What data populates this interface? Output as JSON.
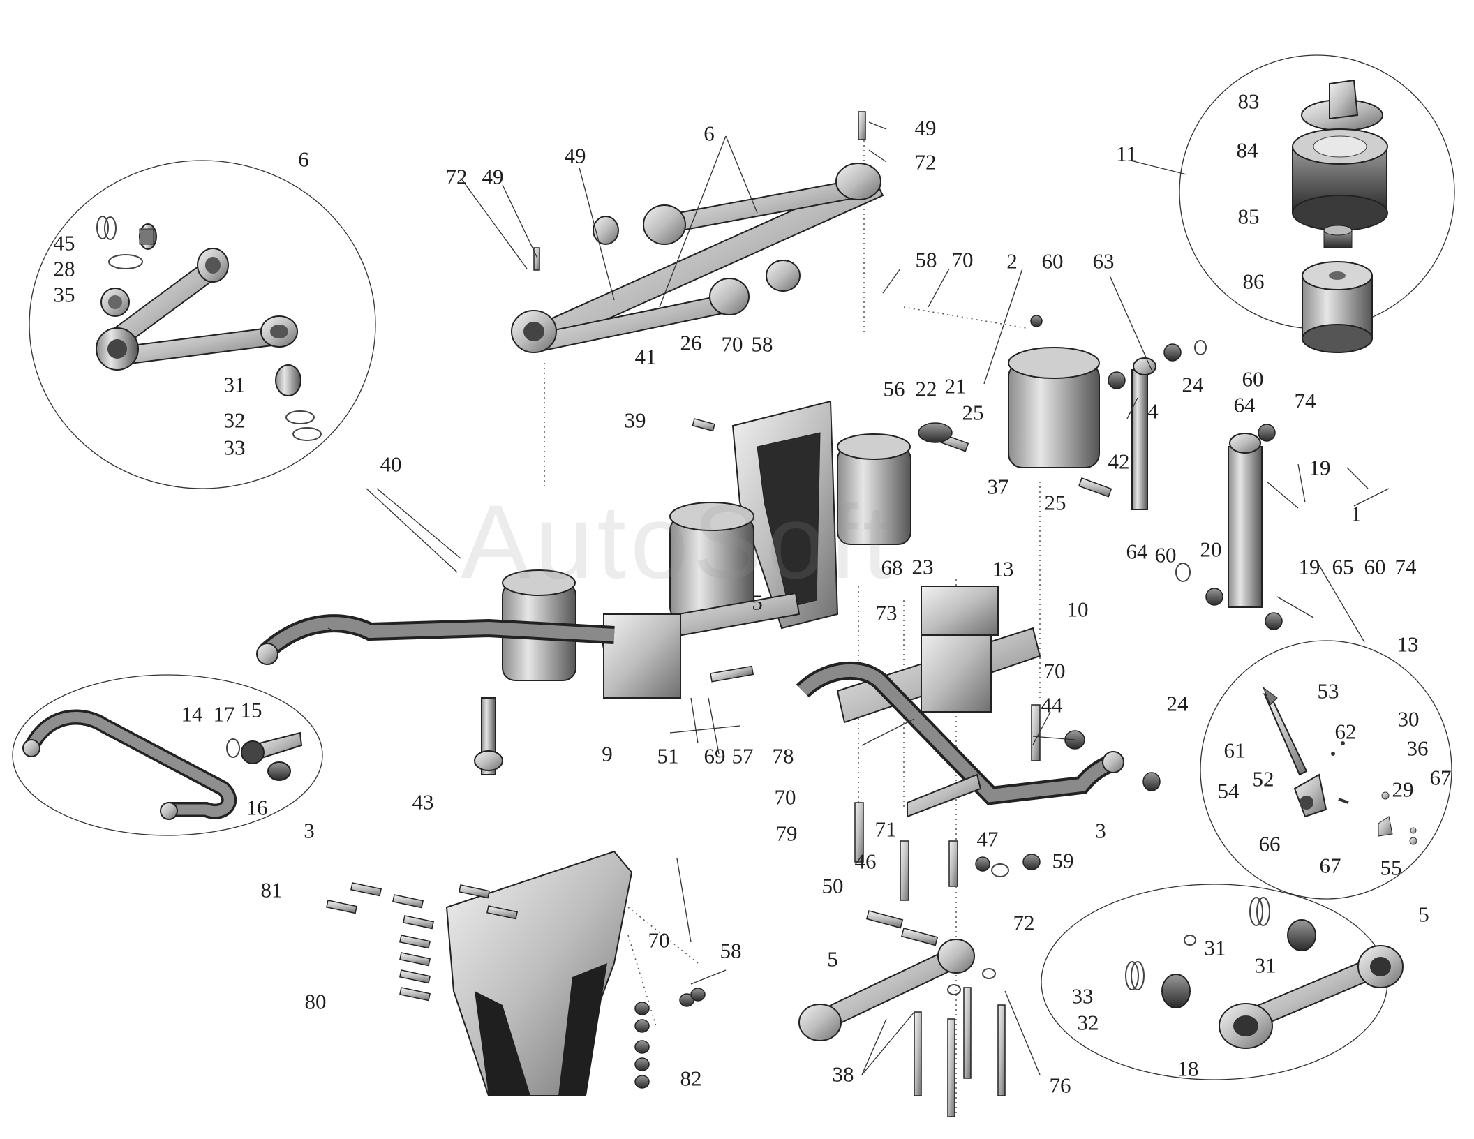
{
  "watermark": "AutoSoft",
  "callouts": {
    "d6": {
      "title": "6",
      "labels": [
        "45",
        "28",
        "35",
        "31",
        "32",
        "33"
      ]
    },
    "d11": {
      "title": "11",
      "labels": [
        "83",
        "84",
        "85",
        "86"
      ]
    },
    "d3": {
      "title": "3",
      "labels": [
        "14",
        "17",
        "15",
        "16"
      ]
    },
    "d13": {
      "title": "13",
      "labels": [
        "53",
        "61",
        "62",
        "30",
        "36",
        "54",
        "52",
        "29",
        "67",
        "66",
        "67",
        "55"
      ]
    },
    "d5": {
      "title": "5",
      "labels": [
        "31",
        "31",
        "33",
        "32",
        "18"
      ]
    }
  },
  "labels": [
    "6",
    "49",
    "72",
    "72",
    "49",
    "49",
    "41",
    "26",
    "70",
    "58",
    "58",
    "70",
    "2",
    "60",
    "63",
    "39",
    "56",
    "22",
    "21",
    "25",
    "24",
    "64",
    "60",
    "74",
    "4",
    "42",
    "19",
    "1",
    "40",
    "37",
    "25",
    "68",
    "23",
    "13",
    "73",
    "5",
    "64",
    "60",
    "20",
    "19",
    "65",
    "60",
    "74",
    "10",
    "70",
    "44",
    "24",
    "9",
    "51",
    "69",
    "57",
    "78",
    "70",
    "79",
    "71",
    "47",
    "46",
    "59",
    "3",
    "72",
    "50",
    "43",
    "81",
    "80",
    "70",
    "58",
    "82",
    "5",
    "38",
    "76"
  ]
}
